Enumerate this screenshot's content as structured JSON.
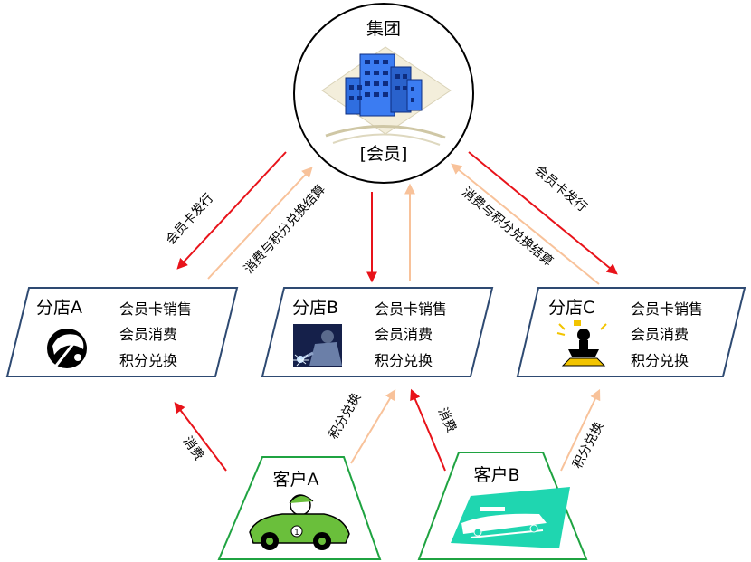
{
  "group": {
    "title": "集团",
    "member_label": "[会员]"
  },
  "stores": [
    {
      "name": "分店A",
      "functions": [
        "会员卡销售",
        "会员消费",
        "积分兑换"
      ]
    },
    {
      "name": "分店B",
      "functions": [
        "会员卡销售",
        "会员消费",
        "积分兑换"
      ]
    },
    {
      "name": "分店C",
      "functions": [
        "会员卡销售",
        "会员消费",
        "积分兑换"
      ]
    }
  ],
  "customers": [
    {
      "name": "客户A"
    },
    {
      "name": "客户B"
    }
  ],
  "arrows": {
    "card_issue": "会员卡发行",
    "consume_settle": "消费与积分兑换结算",
    "consume": "消费",
    "redeem": "积分兑换"
  },
  "colors": {
    "red_arrow": "#e8131a",
    "peach_arrow": "#f8c29a",
    "store_border": "#2e4a72",
    "customer_border": "#1fa341",
    "car_green": "#6abf3b",
    "customer_b_fill": "#1fd6b0",
    "building_blue": "#2f6ee0"
  }
}
